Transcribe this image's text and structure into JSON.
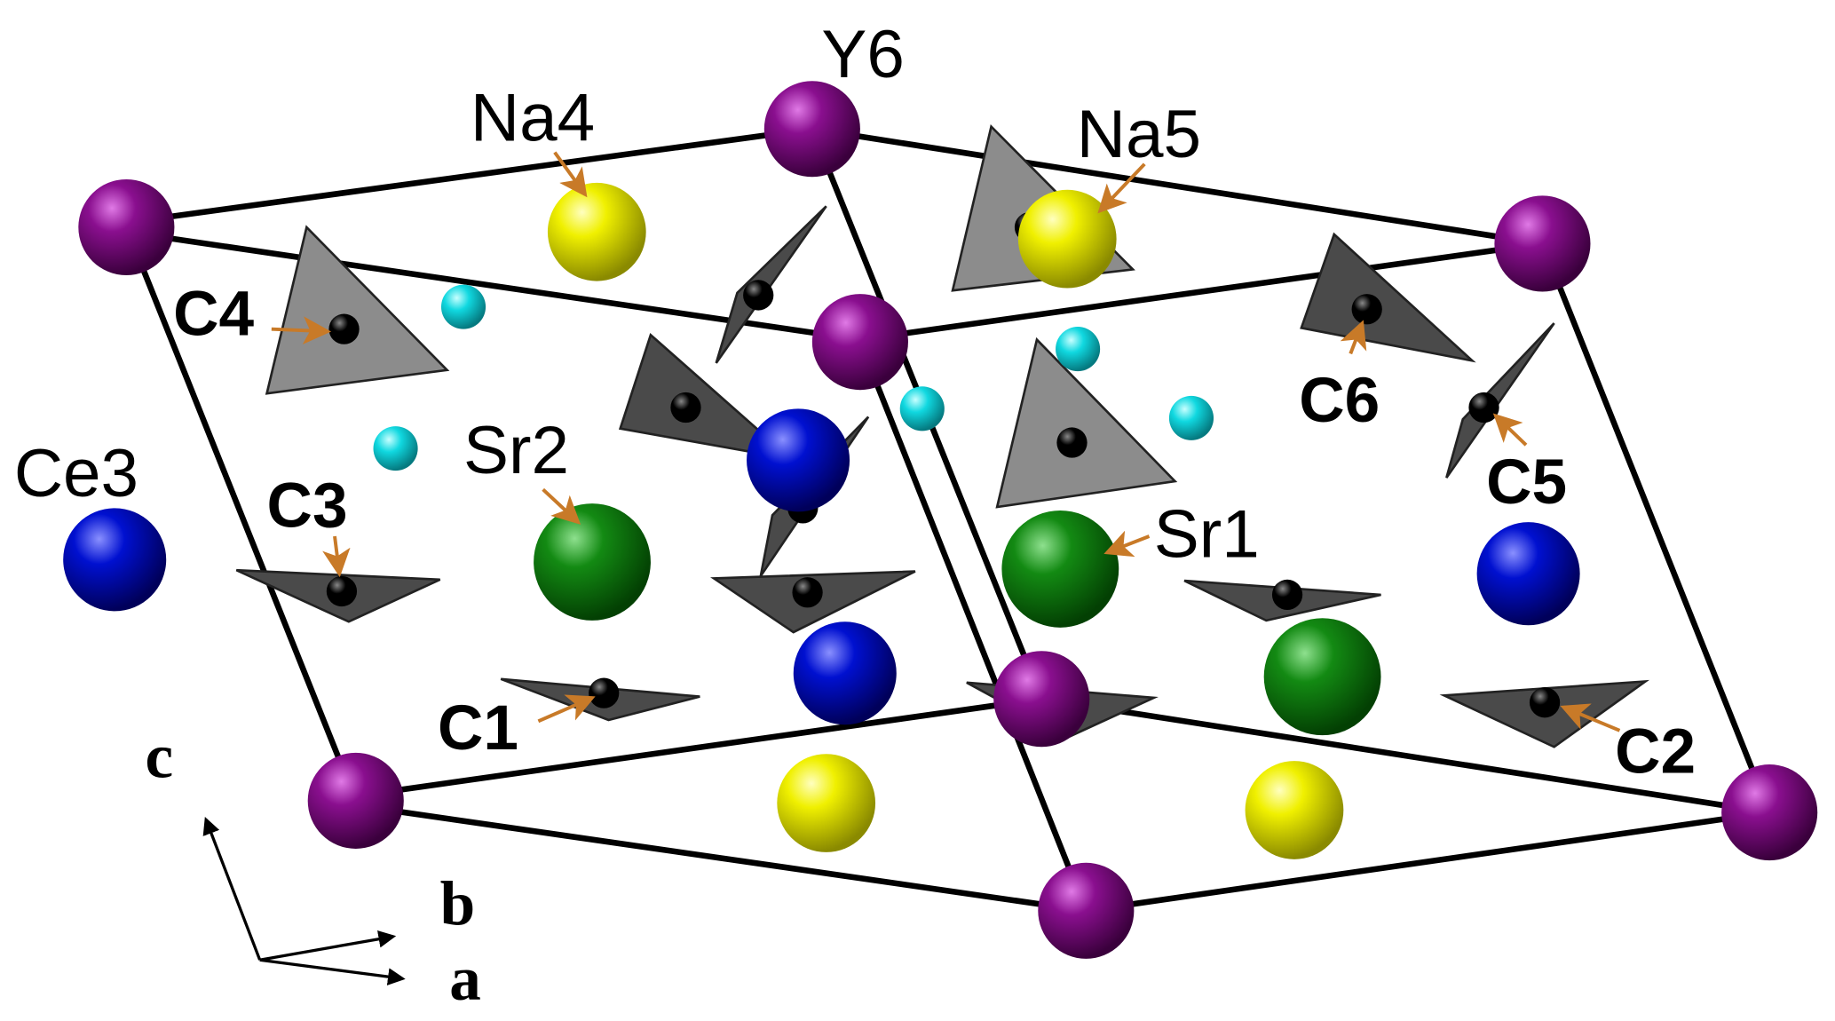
{
  "colors": {
    "Y": "#8a0f8f",
    "Na": "#f0f000",
    "Ce": "#0010d0",
    "Sr": "#138a13",
    "small": "#10d8e0",
    "triangle_light": "#8c8c8c",
    "triangle_dark": "#4a4a4a",
    "arrow": "#c87a28"
  },
  "labels": {
    "Y6": "Y6",
    "Na4": "Na4",
    "Na5": "Na5",
    "Ce3": "Ce3",
    "Sr2": "Sr2",
    "Sr1": "Sr1",
    "C1": "C1",
    "C2": "C2",
    "C3": "C3",
    "C4": "C4",
    "C5": "C5",
    "C6": "C6"
  },
  "axes": {
    "c": "c",
    "b": "b",
    "a": "a"
  }
}
